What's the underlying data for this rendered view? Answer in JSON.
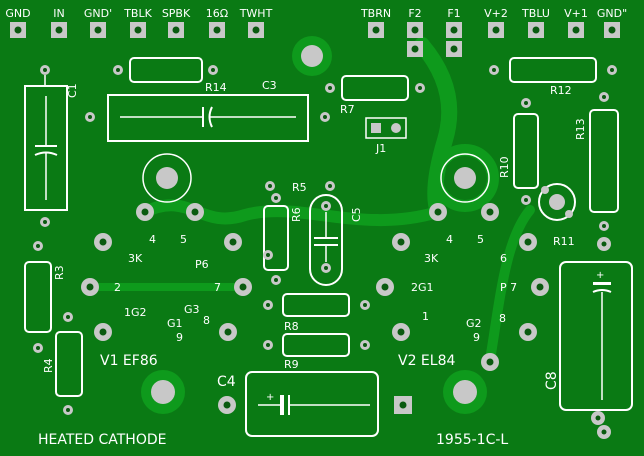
{
  "colors": {
    "board": "#0a7a14",
    "copper": "#0e9a1c",
    "pad": "#c8c8c8",
    "silk": "#ffffff",
    "hole": "#0a5a10"
  },
  "header_labels": [
    {
      "id": "gnd",
      "text": "GND"
    },
    {
      "id": "in",
      "text": "IN"
    },
    {
      "id": "gnd-prime",
      "text": "GND'"
    },
    {
      "id": "tblk",
      "text": "TBLK"
    },
    {
      "id": "spbk",
      "text": "SPBK"
    },
    {
      "id": "16ohm",
      "text": "16Ω"
    },
    {
      "id": "twht",
      "text": "TWHT"
    },
    {
      "id": "tbrn",
      "text": "TBRN"
    },
    {
      "id": "f2",
      "text": "F2"
    },
    {
      "id": "f1",
      "text": "F1"
    },
    {
      "id": "vplus2",
      "text": "V+2"
    },
    {
      "id": "tblu",
      "text": "TBLU"
    },
    {
      "id": "vplus1",
      "text": "V+1"
    },
    {
      "id": "gnd-dprime",
      "text": "GND\""
    }
  ],
  "components": {
    "c1": "C1",
    "c3": "C3",
    "c4": "C4",
    "c5": "C5",
    "c8": "C8",
    "r3": "R3",
    "r4": "R4",
    "r5": "R5",
    "r6": "R6",
    "r7": "R7",
    "r8": "R8",
    "r9": "R9",
    "r10": "R10",
    "r11": "R11",
    "r12": "R12",
    "r13": "R13",
    "r14": "R14",
    "j1": "J1"
  },
  "tubes": {
    "v1": "V1 EF86",
    "v2": "V2 EL84"
  },
  "pin_labels": {
    "v1_3k": "3K",
    "v1_4": "4",
    "v1_5": "5",
    "v1_p6": "P6",
    "v1_2": "2",
    "v1_7": "7",
    "v1_1g2": "1G2",
    "v1_g3": "G3",
    "v1_g1": "G1",
    "v1_8": "8",
    "v1_9": "9",
    "v2_3k": "3K",
    "v2_4": "4",
    "v2_5": "5",
    "v2_6": "6",
    "v2_2g1": "2G1",
    "v2_p7": "P 7",
    "v2_1": "1",
    "v2_g2": "G2",
    "v2_8": "8",
    "v2_9": "9"
  },
  "footer": {
    "left": "HEATED CATHODE",
    "right": "1955-1C-L"
  }
}
